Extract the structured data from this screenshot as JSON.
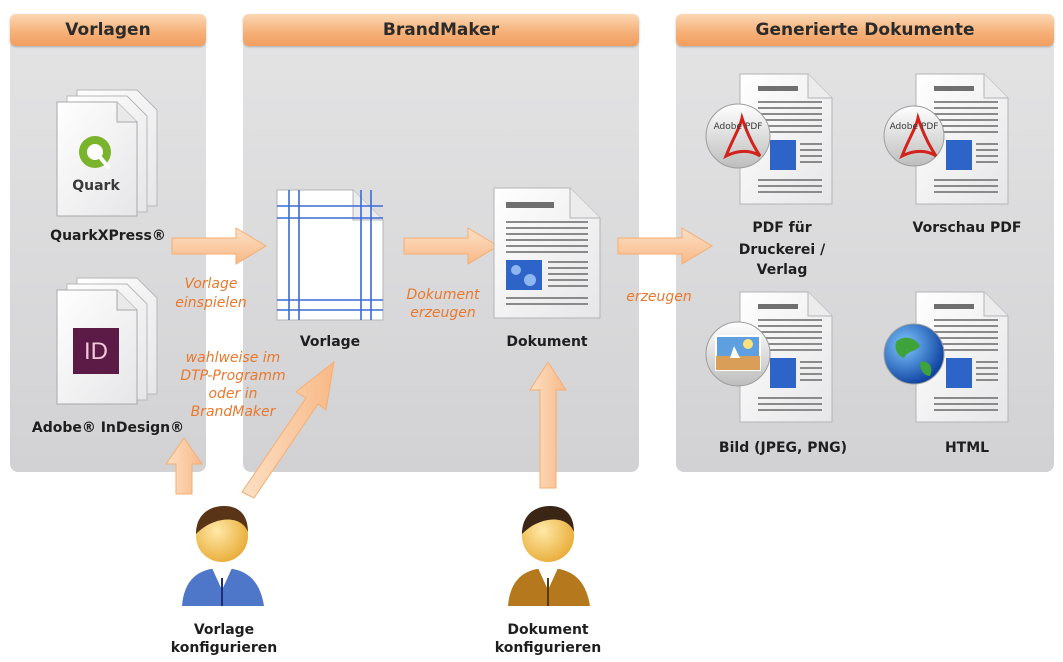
{
  "colors": {
    "panel": "#d9d9db",
    "header": "#f6b27a",
    "arrow": "#fbc89a",
    "accent_text": "#e9782d"
  },
  "headers": {
    "templates": "Vorlagen",
    "brandmaker": "BrandMaker",
    "generated": "Generierte Dokumente"
  },
  "sources": {
    "quark_logo": "Quark",
    "quark_label": "QuarkXPress®",
    "indesign_logo": "ID",
    "indesign_label": "Adobe® InDesign®"
  },
  "center": {
    "template_label": "Vorlage",
    "document_label": "Dokument"
  },
  "arrow_texts": {
    "import_line1": "Vorlage",
    "import_line2": "einspielen",
    "optional_line1": "wahlweise im",
    "optional_line2": "DTP-Programm",
    "optional_line3": "oder in",
    "optional_line4": "BrandMaker",
    "create_doc_line1": "Dokument",
    "create_doc_line2": "erzeugen",
    "generate": "erzeugen"
  },
  "outputs": {
    "pdf_print_line1": "PDF für",
    "pdf_print_line2": "Druckerei / Verlag",
    "preview_pdf": "Vorschau PDF",
    "image": "Bild (JPEG, PNG)",
    "html": "HTML",
    "adobe_pdf_badge": "Adobe PDF"
  },
  "people": {
    "template_config_line1": "Vorlage",
    "template_config_line2": "konfigurieren",
    "document_config_line1": "Dokument",
    "document_config_line2": "konfigurieren"
  }
}
